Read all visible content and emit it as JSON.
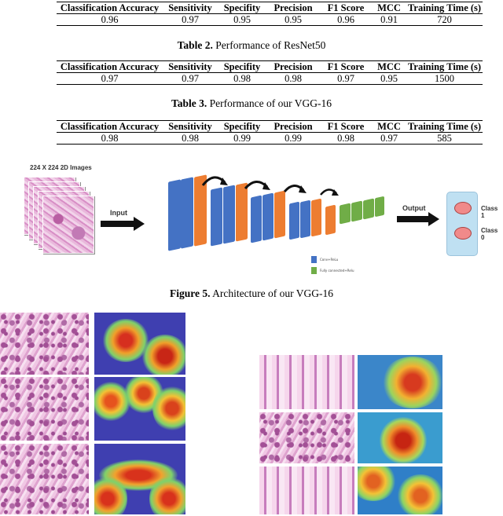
{
  "columns": [
    "Classification Accuracy",
    "Sensitivity",
    "Specifity",
    "Precision",
    "F1 Score",
    "MCC",
    "Training Time (s)"
  ],
  "table1": {
    "values": [
      "0.96",
      "0.97",
      "0.95",
      "0.95",
      "0.96",
      "0.91",
      "720"
    ]
  },
  "table2": {
    "caption_label": "Table 2.",
    "caption_text": " Performance of ResNet50",
    "values": [
      "0.97",
      "0.97",
      "0.98",
      "0.98",
      "0.97",
      "0.95",
      "1500"
    ]
  },
  "table3": {
    "caption_label": "Table 3.",
    "caption_text": " Performance of our VGG-16",
    "values": [
      "0.98",
      "0.98",
      "0.99",
      "0.99",
      "0.98",
      "0.97",
      "585"
    ]
  },
  "figure5": {
    "input_title": "224 X 224 2D Images",
    "input_arrow_label": "Input",
    "output_arrow_label": "Output",
    "class1": "Class 1",
    "class0": "Class 0",
    "legend_conv": "Conv+ReLu",
    "legend_fc": "Fully connected+Relu",
    "caption_label": "Figure 5.",
    "caption_text": " Architecture of our VGG-16"
  }
}
